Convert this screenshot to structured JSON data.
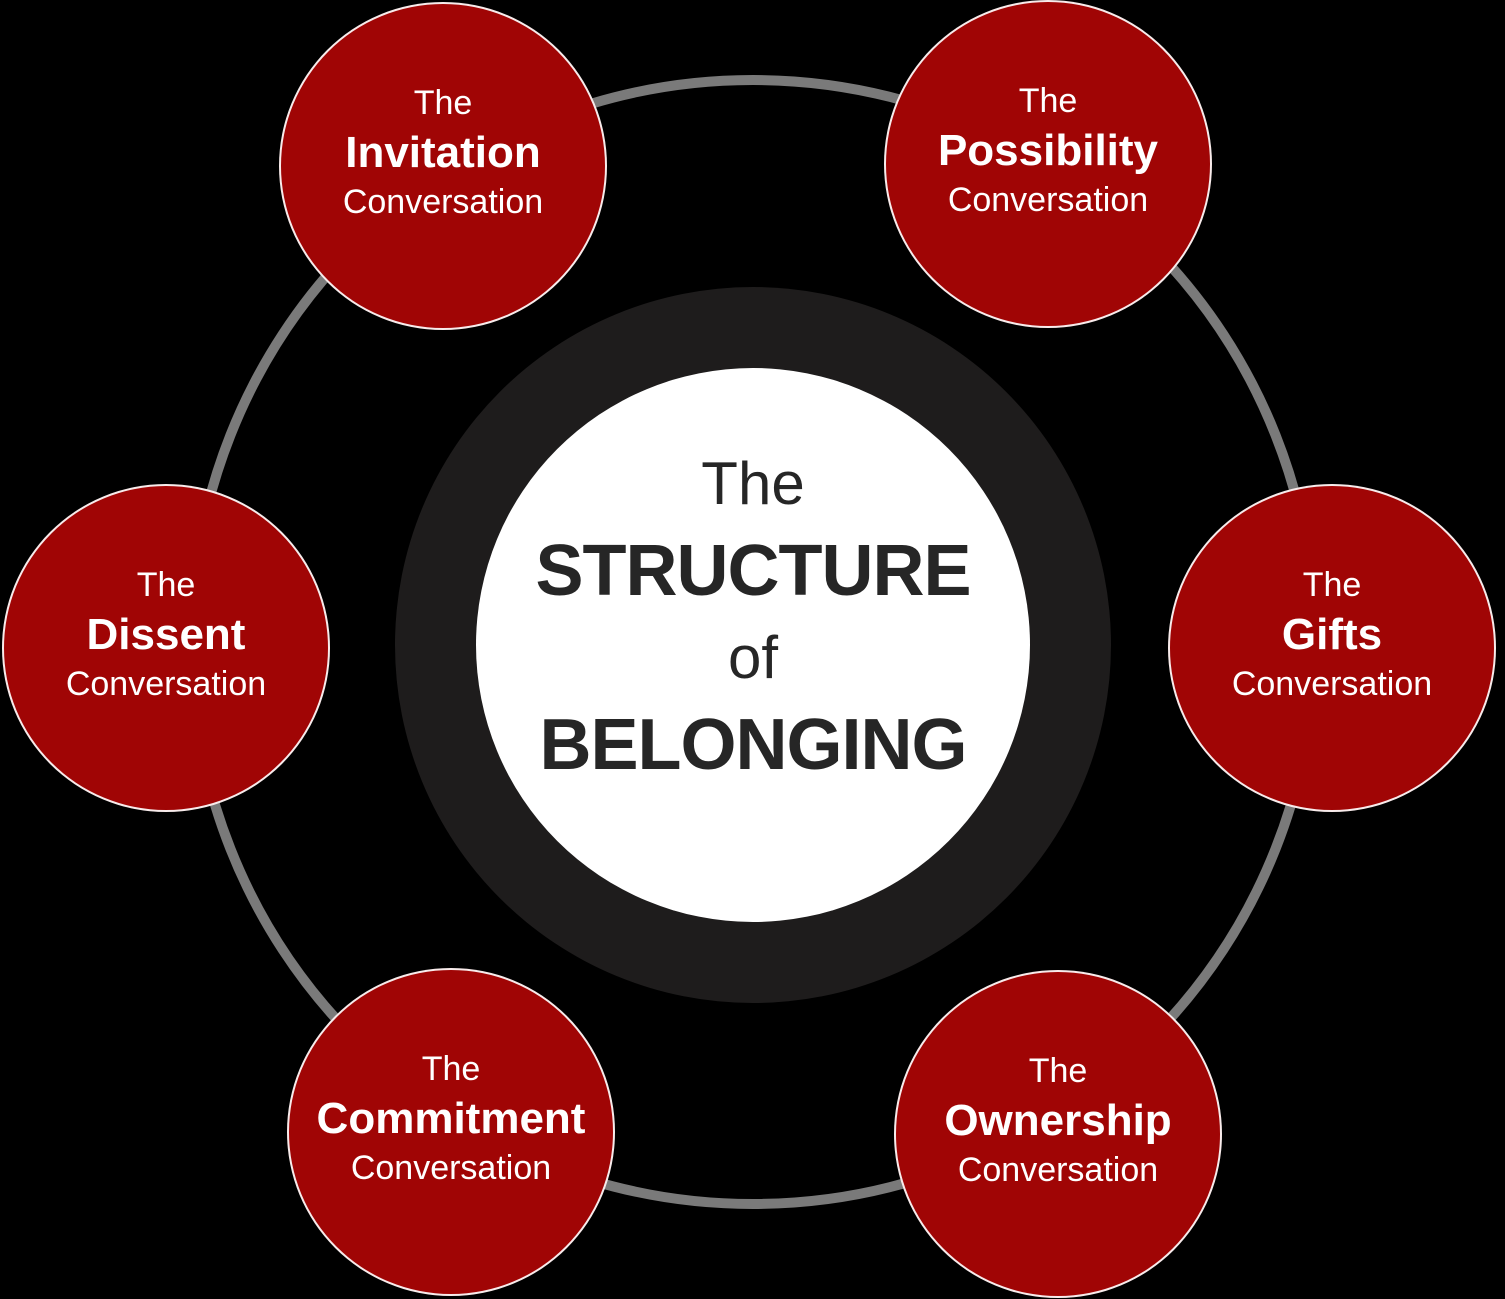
{
  "center": {
    "line1": "The",
    "line2": "STRUCTURE",
    "line3": "of",
    "line4": "BELONGING"
  },
  "nodes": [
    {
      "id": "invitation",
      "prefix": "The",
      "title": "Invitation",
      "suffix": "Conversation"
    },
    {
      "id": "possibility",
      "prefix": "The",
      "title": "Possibility",
      "suffix": "Conversation"
    },
    {
      "id": "gifts",
      "prefix": "The",
      "title": "Gifts",
      "suffix": "Conversation"
    },
    {
      "id": "ownership",
      "prefix": "The",
      "title": "Ownership",
      "suffix": "Conversation"
    },
    {
      "id": "commitment",
      "prefix": "The",
      "title": "Commitment",
      "suffix": "Conversation"
    },
    {
      "id": "dissent",
      "prefix": "The",
      "title": "Dissent",
      "suffix": "Conversation"
    }
  ],
  "colors": {
    "background": "#000000",
    "node_red": "#A00505",
    "ring_gray": "#7A7A7A",
    "center_black": "#1E1C1C",
    "text_dark": "#262626",
    "text_light": "#FFFFFF"
  }
}
